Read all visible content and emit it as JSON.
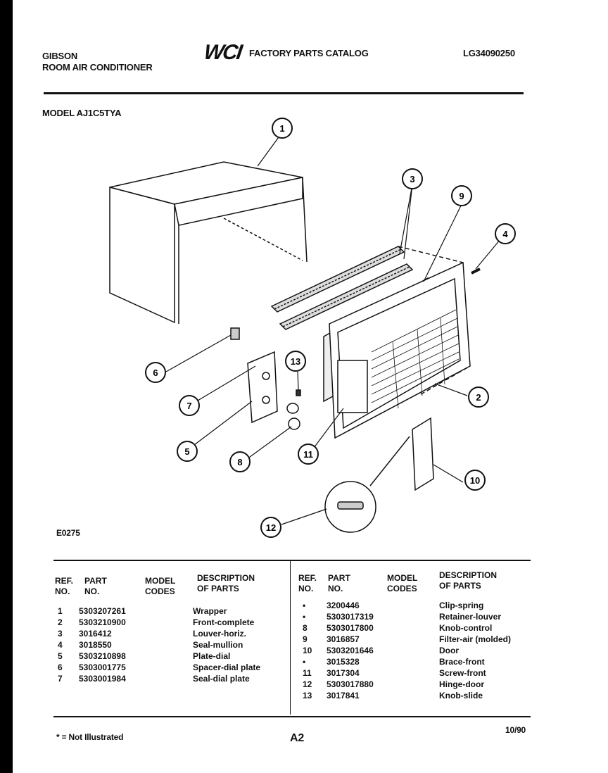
{
  "header": {
    "brand": "GIBSON",
    "product": "ROOM AIR CONDITIONER",
    "logo": "WCI",
    "catalog_title": "FACTORY PARTS CATALOG",
    "catalog_code": "LG34090250",
    "model_label": "MODEL AJ1C5TYA"
  },
  "diagram": {
    "code": "E0275",
    "callouts": [
      "1",
      "2",
      "3",
      "4",
      "5",
      "6",
      "7",
      "8",
      "9",
      "10",
      "11",
      "12",
      "13"
    ]
  },
  "table": {
    "headers": {
      "ref": [
        "REF.",
        "NO."
      ],
      "part": [
        "PART",
        "NO."
      ],
      "model": [
        "MODEL",
        "CODES"
      ],
      "desc": [
        "DESCRIPTION",
        "OF PARTS"
      ]
    },
    "left_rows": [
      {
        "ref": "1",
        "part": "5303207261",
        "desc": "Wrapper"
      },
      {
        "ref": "2",
        "part": "5303210900",
        "desc": "Front-complete"
      },
      {
        "ref": "3",
        "part": "3016412",
        "desc": "Louver-horiz."
      },
      {
        "ref": "4",
        "part": "3018550",
        "desc": "Seal-mullion"
      },
      {
        "ref": "5",
        "part": "5303210898",
        "desc": "Plate-dial"
      },
      {
        "ref": "6",
        "part": "5303001775",
        "desc": "Spacer-dial plate"
      },
      {
        "ref": "7",
        "part": "5303001984",
        "desc": "Seal-dial plate"
      }
    ],
    "right_rows": [
      {
        "ref": "•",
        "part": "3200446",
        "desc": "Clip-spring"
      },
      {
        "ref": "•",
        "part": "5303017319",
        "desc": "Retainer-louver"
      },
      {
        "ref": "8",
        "part": "5303017800",
        "desc": "Knob-control"
      },
      {
        "ref": "9",
        "part": "3016857",
        "desc": "Filter-air (molded)"
      },
      {
        "ref": "10",
        "part": "5303201646",
        "desc": "Door"
      },
      {
        "ref": "•",
        "part": "3015328",
        "desc": "Brace-front"
      },
      {
        "ref": "11",
        "part": "3017304",
        "desc": "Screw-front"
      },
      {
        "ref": "12",
        "part": "5303017880",
        "desc": "Hinge-door"
      },
      {
        "ref": "13",
        "part": "3017841",
        "desc": "Knob-slide"
      }
    ]
  },
  "footer": {
    "note": "* = Not Illustrated",
    "page": "A2",
    "date": "10/90"
  }
}
